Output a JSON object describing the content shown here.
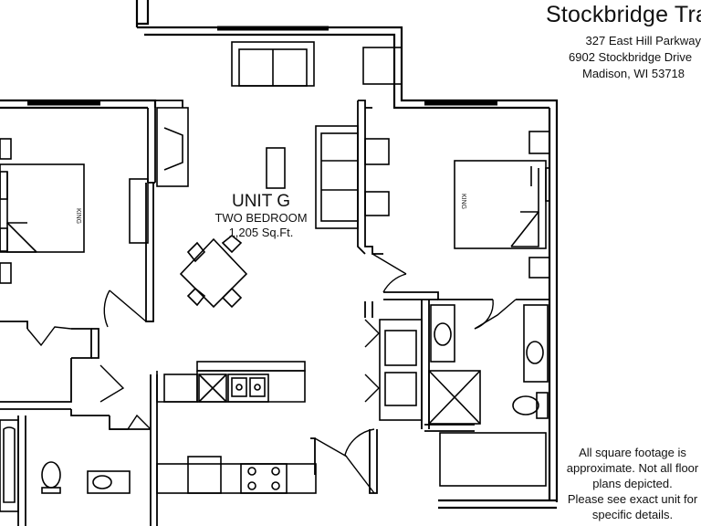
{
  "property": {
    "name": "Stockbridge Trails",
    "address_line1": "327 East Hill Parkway",
    "address_line2": "6902 Stockbridge Drive",
    "address_line3": "Madison, WI 53718"
  },
  "unit": {
    "name": "UNIT G",
    "type": "TWO BEDROOM",
    "area": "1,205 Sq.Ft."
  },
  "rooms": {
    "bed_left_label": "KING",
    "bed_right_label": "KING"
  },
  "disclaimer": {
    "lines": [
      "All square footage is",
      "approximate. Not all floor",
      "plans depicted.",
      "Please see exact unit for",
      "specific details."
    ]
  }
}
